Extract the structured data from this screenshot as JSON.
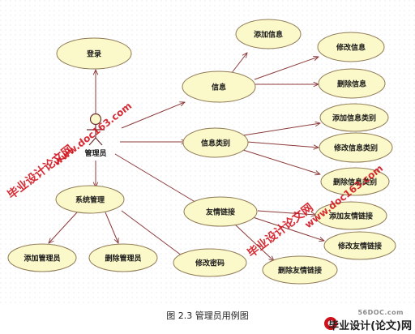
{
  "diagram": {
    "actor": {
      "label": "管理员"
    },
    "use_cases": {
      "login": "登录",
      "add_info": "添加信息",
      "edit_info": "修改信息",
      "info": "信息",
      "delete_info": "删除信息",
      "add_category": "添加信息类别",
      "category": "信息类别",
      "edit_category": "修改信息类别",
      "delete_category": "删除信息类别",
      "system_mgmt": "系统管理",
      "friend_link": "友情链接",
      "add_link": "添加友情链接",
      "edit_link": "修改友情链接",
      "delete_link": "删除友情链接",
      "add_admin": "添加管理员",
      "delete_admin": "删除管理员",
      "change_password": "修改密码"
    }
  },
  "caption": "图 2.3    管理员用例图",
  "watermarks": {
    "brand_1": "毕业设计论文网",
    "url_1": "www.doc163.com",
    "brand_2": "毕业设计论文网",
    "url_2": "www.doc163.com"
  },
  "site_badge": {
    "url": "56DOC.com",
    "title": "毕业设计(论文)网"
  },
  "colors": {
    "ellipse_fill": "#fbf8c9",
    "ellipse_stroke": "#8f7a55",
    "arrow": "#8c3a3a",
    "watermark": "#d0101a"
  }
}
